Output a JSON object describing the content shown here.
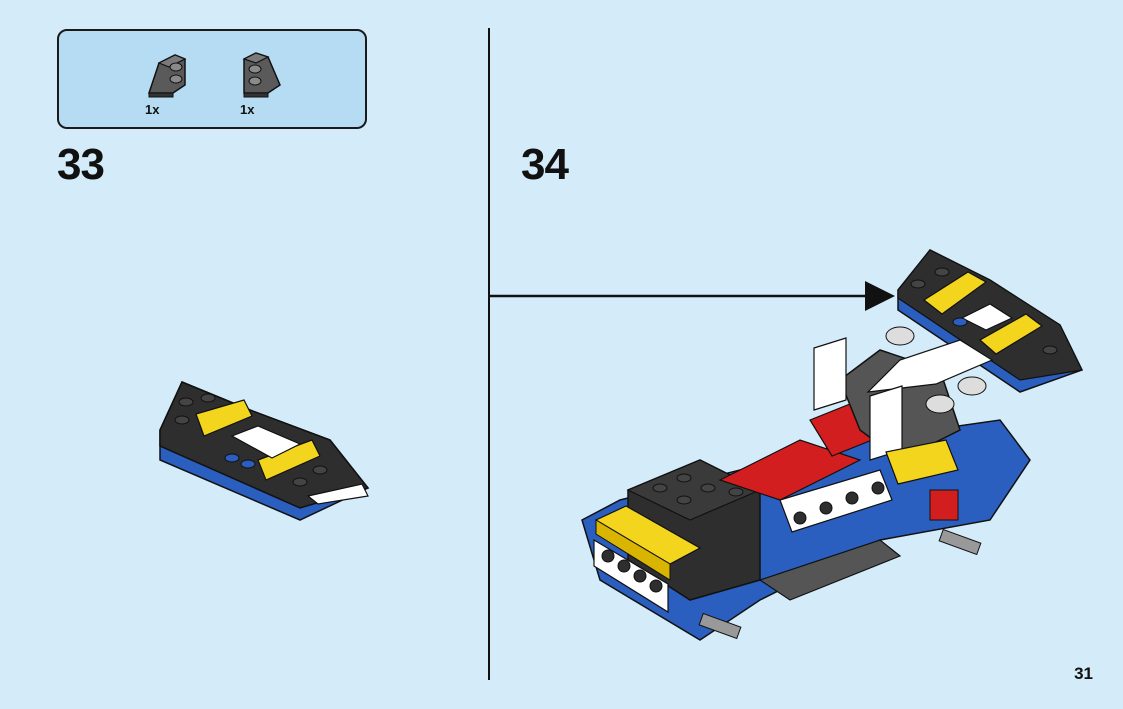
{
  "parts": [
    {
      "icon": "wedge-plate-left-dark-gray-icon",
      "qty": "1x"
    },
    {
      "icon": "wedge-plate-right-dark-gray-icon",
      "qty": "1x"
    }
  ],
  "steps": [
    {
      "number": "33"
    },
    {
      "number": "34"
    }
  ],
  "page": {
    "number": "31"
  },
  "colors": {
    "background": "#d4ecfa",
    "parts_box": "#b6dcf3",
    "blue": "#2a5fc0",
    "yellow": "#f3d51e",
    "black": "#2a2a2a",
    "dark_gray": "#555555",
    "white": "#ffffff",
    "red": "#d21e1e"
  }
}
